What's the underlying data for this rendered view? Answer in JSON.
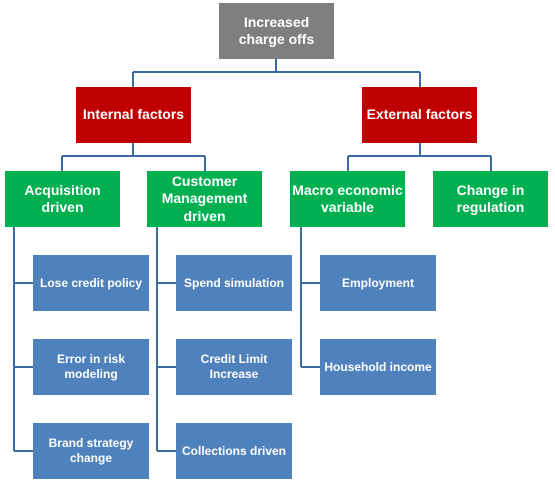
{
  "colors": {
    "root": "#7f7f7f",
    "level1": "#c00000",
    "level2": "#00b050",
    "level3": "#4f81bd",
    "connector": "#3a6aa0"
  },
  "nodes": {
    "root": "Increased\ncharge offs",
    "internal": "Internal factors",
    "external": "External factors",
    "acquisition": "Acquisition\ndriven",
    "customer_mgmt": "Customer\nManagement\ndriven",
    "macro": "Macro economic\nvariable",
    "regulation": "Change in\nregulation",
    "lose_credit": "Lose credit policy",
    "error_risk": "Error in risk\nmodeling",
    "brand_strategy": "Brand strategy\nchange",
    "spend_sim": "Spend simulation",
    "credit_limit": "Credit Limit\nIncrease",
    "collections": "Collections driven",
    "employment": "Employment",
    "household": "Household income"
  }
}
